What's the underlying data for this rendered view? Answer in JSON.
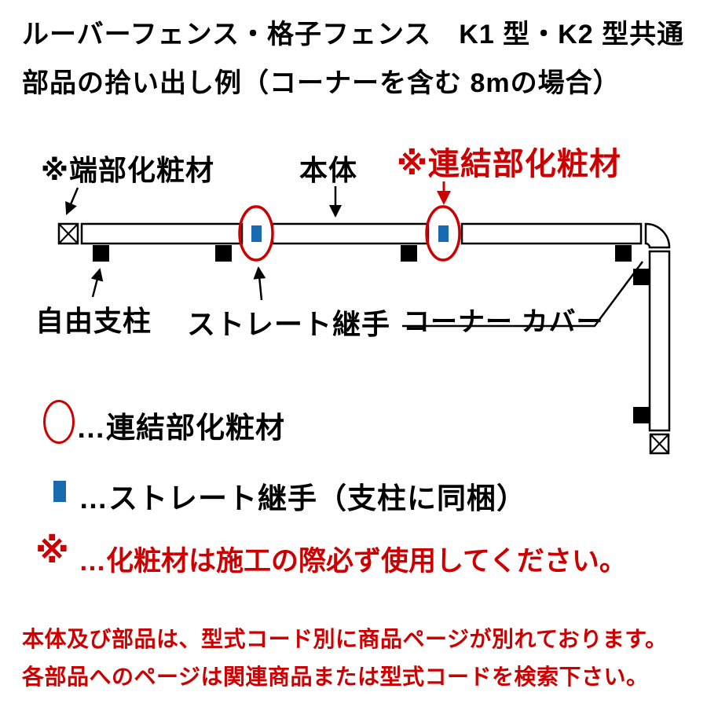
{
  "title": {
    "line1": "ルーバーフェンス・格子フェンス　K1 型・K2 型共通",
    "line2": "部品の拾い出し例（コーナーを含む 8mの場合）"
  },
  "diagram": {
    "labels": {
      "end_trim": "※端部化粧材",
      "body": "本体",
      "joint_trim": "※連結部化粧材",
      "free_post": "自由支柱",
      "straight_joint": "ストレート継手",
      "corner_cover": "コーナー カバー"
    }
  },
  "legend": {
    "items": [
      {
        "symbol": "red-ellipse-outline",
        "text": "…連結部化粧材"
      },
      {
        "symbol": "blue-rectangle",
        "text": "…ストレート継手（支柱に同梱）"
      },
      {
        "symbol": "red-asterisk",
        "symbol_text": "※",
        "text": "…化粧材は施工の際必ず使用してください。"
      }
    ]
  },
  "footer": {
    "line1": "本体及び部品は、型式コード別に商品ページが別れております。",
    "line2": "各部品へのページは関連商品または型式コードを検索下さい。"
  },
  "colors": {
    "red": "#cc0000",
    "blue": "#1a6ab0",
    "black": "#000000"
  }
}
